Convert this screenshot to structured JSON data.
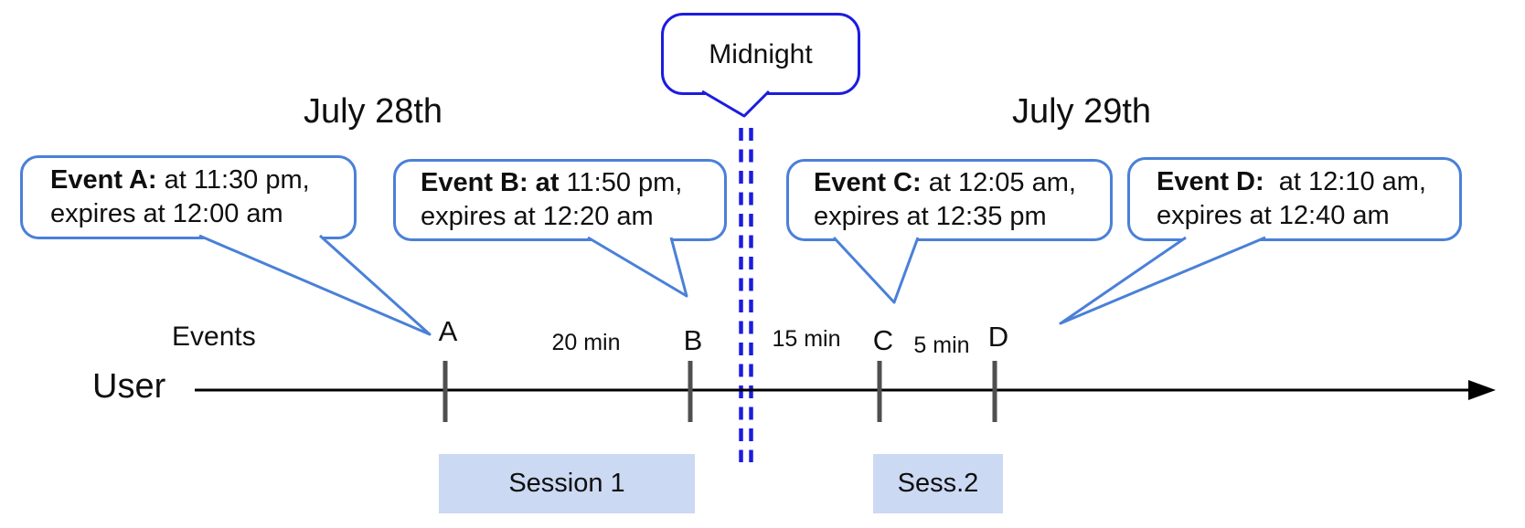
{
  "title": "Cross-midnight session timeline diagram",
  "colors": {
    "callout-border": "#4a80d8",
    "midnight-blue": "#1c1ce0",
    "session-fill": "#ccd9f3",
    "tick-color": "#4f4f4f",
    "timeline-color": "#000000",
    "text-color": "#0f0f0f"
  },
  "dates": {
    "left": "July 28th",
    "right": "July 29th"
  },
  "midnight_label": "Midnight",
  "axis": {
    "events_label": "Events",
    "user_label": "User"
  },
  "events": [
    {
      "letter": "A",
      "callout_bold": "Event A:",
      "callout_rest": " at 11:30 pm,",
      "callout_line2": "expires at 12:00 am"
    },
    {
      "letter": "B",
      "callout_bold": "Event B: at",
      "callout_rest": " 11:50 pm,",
      "callout_line2": "expires at 12:20 am"
    },
    {
      "letter": "C",
      "callout_bold": "Event C:",
      "callout_rest": " at 12:05 am,",
      "callout_line2": "expires at 12:35 pm"
    },
    {
      "letter": "D",
      "callout_bold": "Event D:",
      "callout_rest": "  at 12:10 am,",
      "callout_line2": "expires at 12:40 am"
    }
  ],
  "intervals": [
    {
      "label": "20 min"
    },
    {
      "label": "15 min"
    },
    {
      "label": "5 min"
    }
  ],
  "sessions": [
    {
      "label": "Session 1"
    },
    {
      "label": "Sess.2"
    }
  ]
}
